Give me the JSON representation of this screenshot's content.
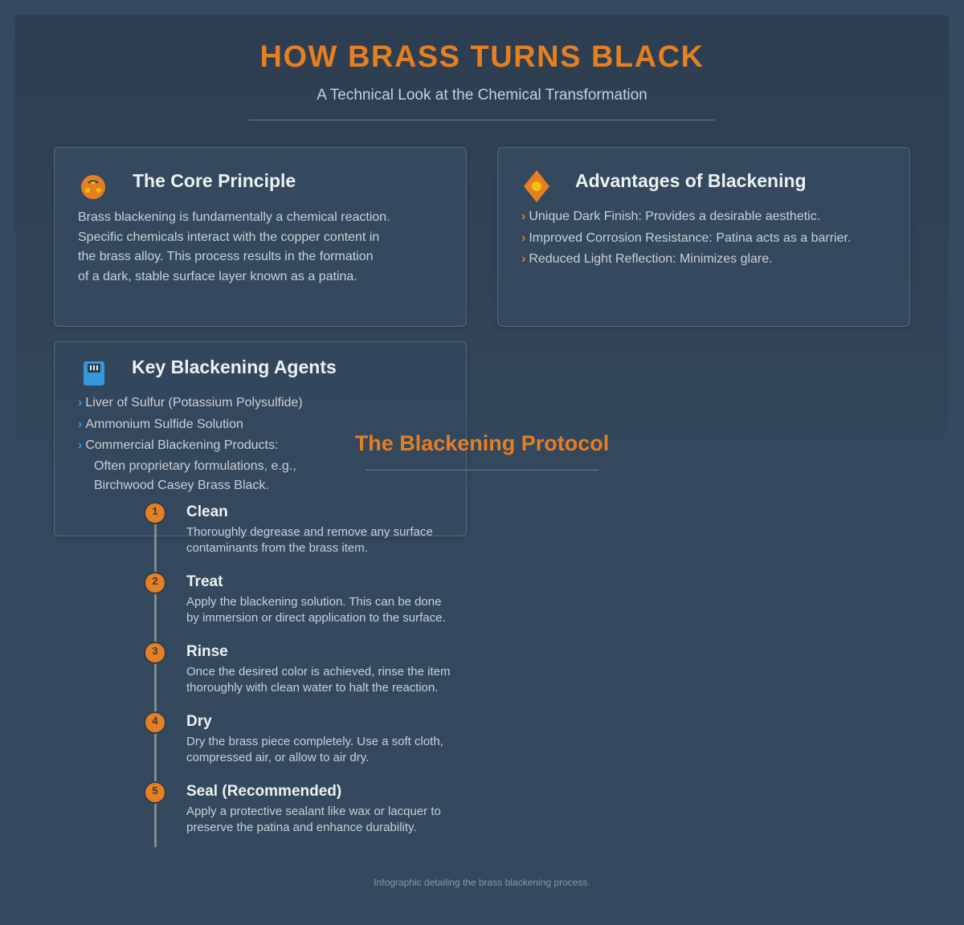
{
  "header": {
    "title": "HOW BRASS TURNS BLACK",
    "subtitle": "A Technical Look at the Chemical Transformation"
  },
  "core_principle": {
    "icon": "atom-icon",
    "title": "The Core Principle",
    "lines": [
      "Brass blackening is fundamentally a chemical reaction.",
      "Specific chemicals interact with the copper content in",
      "the brass alloy. This process results in the formation",
      "of a dark, stable surface layer known as a patina."
    ]
  },
  "advantages": {
    "icon": "diamond-icon",
    "title": "Advantages of Blackening",
    "items": [
      "Unique Dark Finish: Provides a desirable aesthetic.",
      "Improved Corrosion Resistance: Patina acts as a barrier.",
      "Reduced Light Reflection: Minimizes glare."
    ]
  },
  "agents": {
    "icon": "flask-icon",
    "title": "Key Blackening Agents",
    "items": [
      "Liver of Sulfur (Potassium Polysulfide)",
      "Ammonium Sulfide Solution",
      "Commercial Blackening Products:"
    ],
    "sub_lines": [
      "Often proprietary formulations, e.g.,",
      "Birchwood Casey Brass Black."
    ]
  },
  "protocol": {
    "title": "The Blackening Protocol",
    "steps": [
      {
        "num": "1",
        "title": "Clean",
        "desc": [
          "Thoroughly degrease and remove any surface",
          "contaminants from the brass item."
        ]
      },
      {
        "num": "2",
        "title": "Treat",
        "desc": [
          "Apply the blackening solution. This can be done",
          "by immersion or direct application to the surface."
        ]
      },
      {
        "num": "3",
        "title": "Rinse",
        "desc": [
          "Once the desired color is achieved, rinse the item",
          "thoroughly with clean water to halt the reaction."
        ]
      },
      {
        "num": "4",
        "title": "Dry",
        "desc": [
          "Dry the brass piece completely. Use a soft cloth,",
          "compressed air, or allow to air dry."
        ]
      },
      {
        "num": "5",
        "title": "Seal (Recommended)",
        "desc": [
          "Apply a protective sealant like wax or lacquer to",
          "preserve the patina and enhance durability."
        ]
      }
    ]
  },
  "footer": "Infographic detailing the brass blackening process.",
  "colors": {
    "accent": "#e67e22",
    "secondary": "#3498db",
    "background": "#34495e",
    "text": "#ecf0f1"
  }
}
